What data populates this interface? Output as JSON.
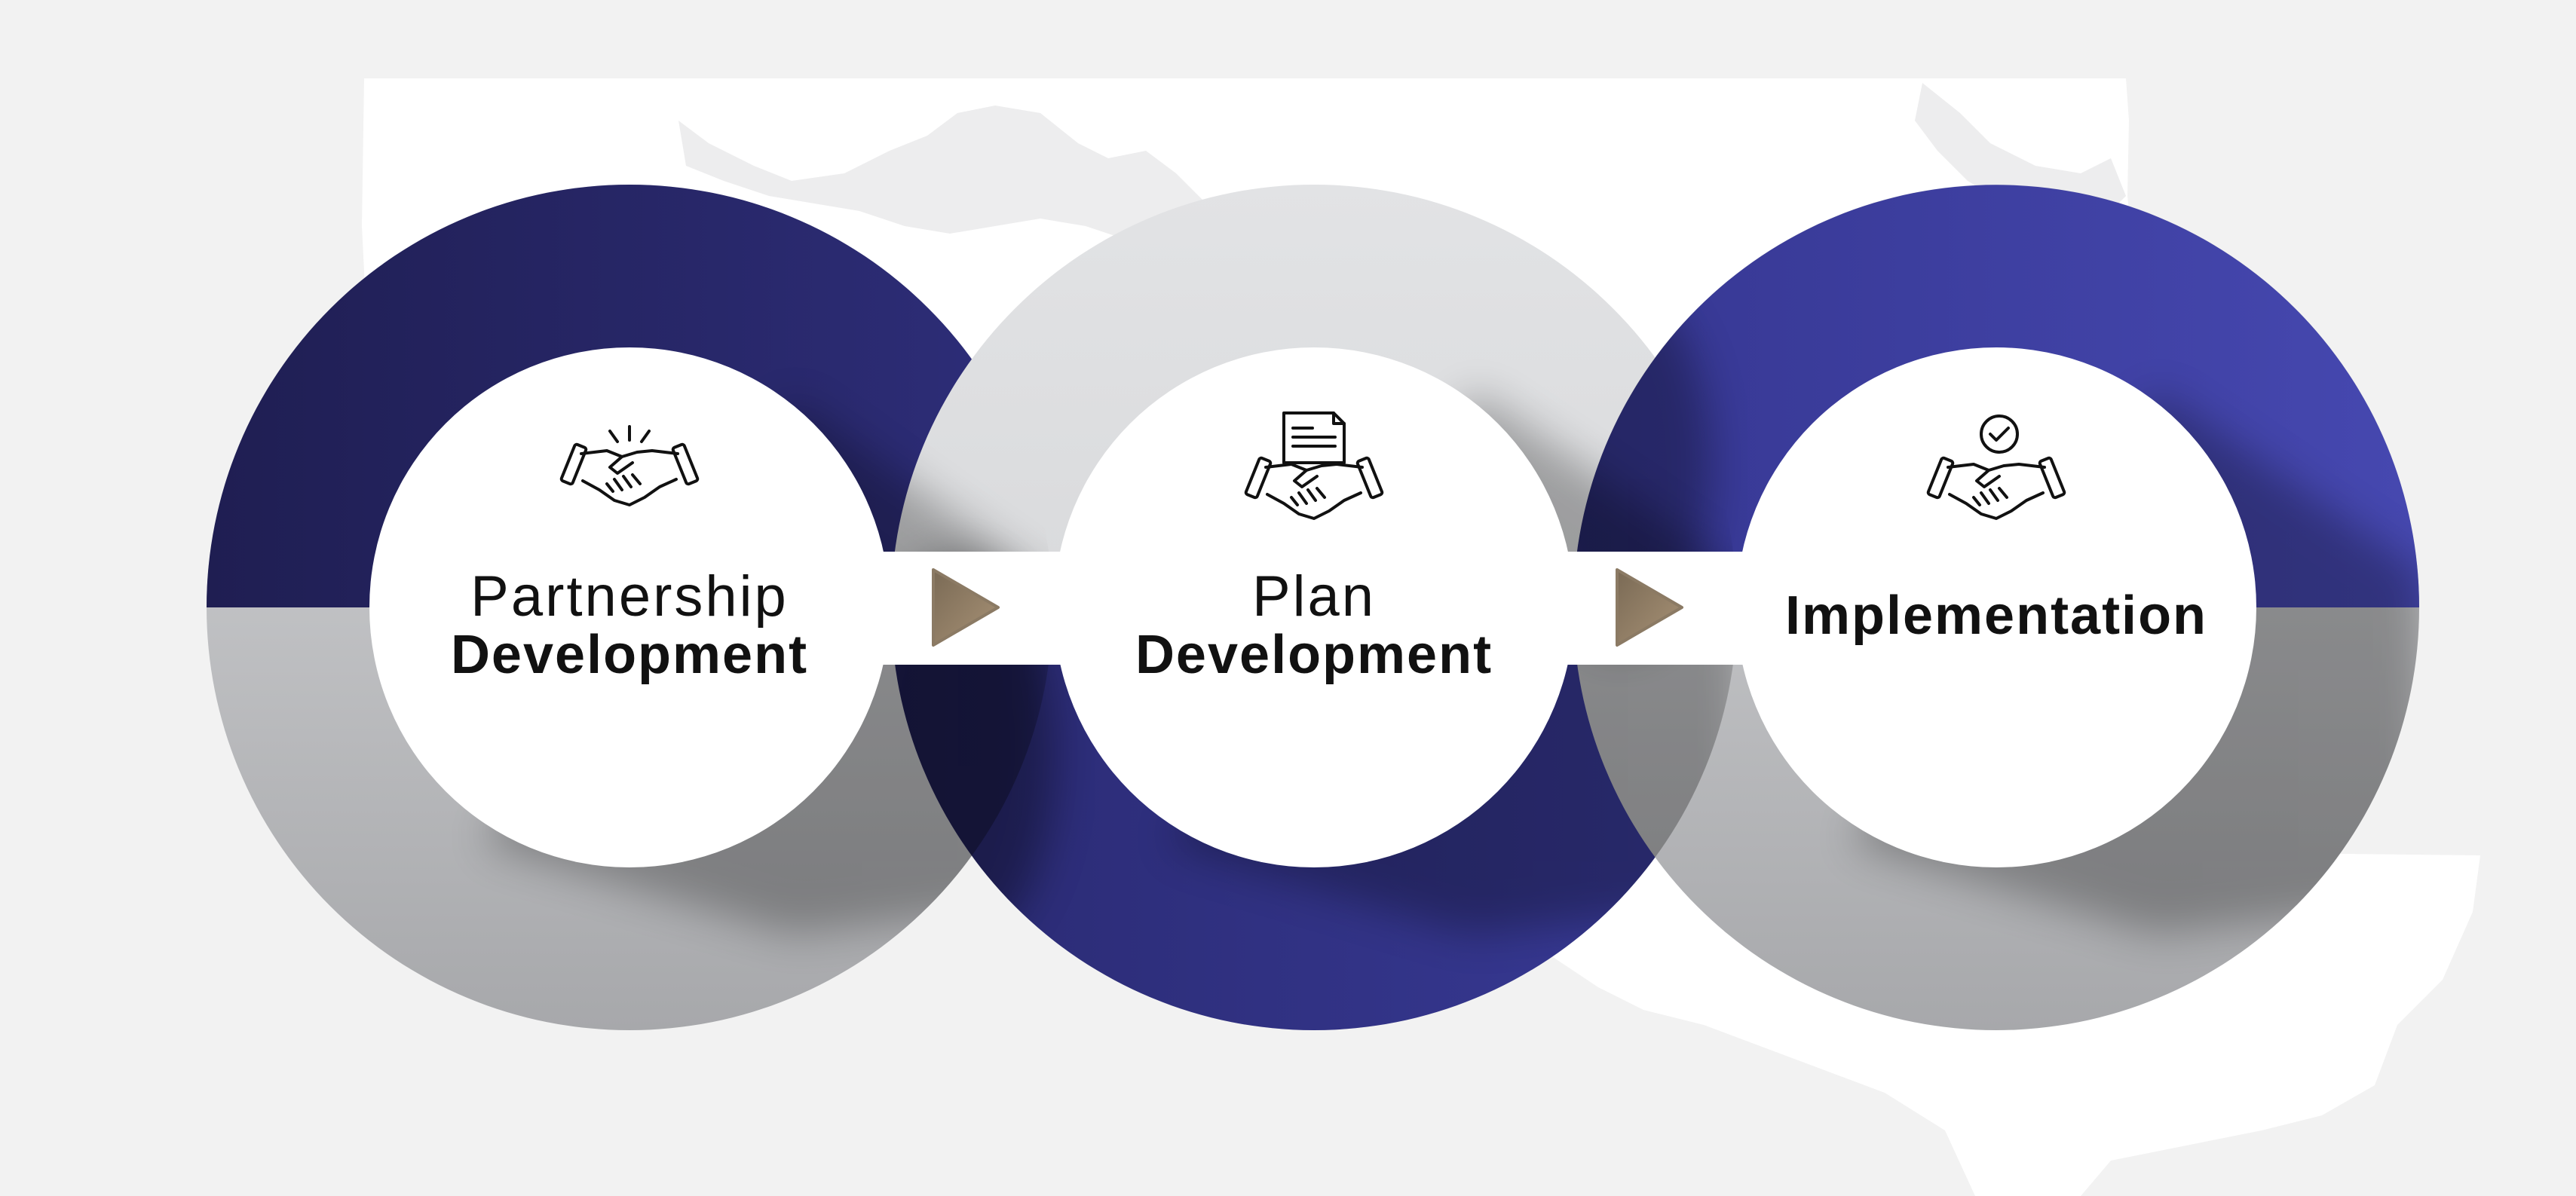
{
  "colors": {
    "background": "#f2f2f2",
    "map": "#ffffff",
    "navy_dark": "#222156",
    "navy_mid": "#2f2f7c",
    "indigo": "#4446ac",
    "grey_light": "#d3d4d6",
    "grey_dark": "#a9aaad",
    "arrow": "#8b7a64",
    "icon_stroke": "#111111"
  },
  "steps": [
    {
      "line1": "Partnership",
      "line2": "Development",
      "icon": "handshake-icon"
    },
    {
      "line1": "Plan",
      "line2": "Development",
      "icon": "handshake-document-icon"
    },
    {
      "line1": "",
      "line2": "Implementation",
      "icon": "handshake-check-icon"
    }
  ]
}
